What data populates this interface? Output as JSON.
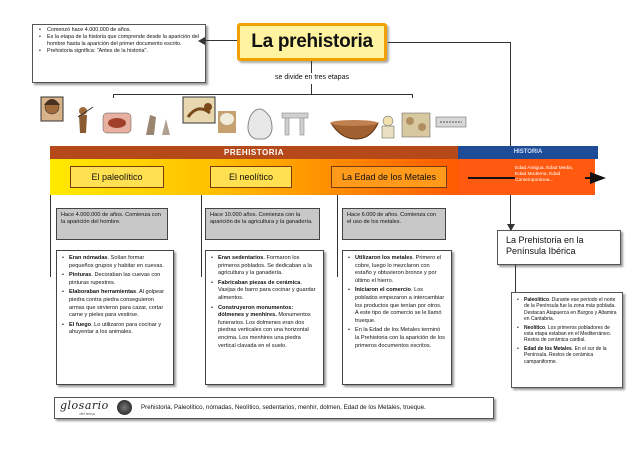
{
  "title": "La prehistoria",
  "subtitle": "se divide en tres etapas",
  "intro": [
    "Comenzó hace 4.000.000 de años.",
    "Es la etapa de la historia que comprende desde la aparición del hombre hasta la aparición del primer documento escrito.",
    "Prehistoria significa: \"Antes de la historia\"."
  ],
  "timeline": {
    "prehistoria": "PREHISTORIA",
    "historia": "HISTORIA",
    "historia_detail": "Edad Antigua, Edad Media, Edad Moderna, Edad Contemporánea..."
  },
  "stages": [
    "El paleolítico",
    "El neolítico",
    "La Edad de los Metales"
  ],
  "summaries": [
    "Hace 4.000.000 de años. Comienza con la aparición del hombre.",
    "Hace 10.000 años. Comienza con la aparición de la agricultura y la ganadería.",
    "Hace 6.000 de años. Comienza con el uso de los metales."
  ],
  "details": {
    "paleolitico": [
      {
        "b": "Eran nómadas",
        "t": ". Solían formar pequeños grupos y habitar en cuevas."
      },
      {
        "b": "Pinturas",
        "t": ". Decoraban las cuevas con pinturas rupestres."
      },
      {
        "b": "Elaboraban herramientas",
        "t": ". Al golpear piedra contra piedra conseguieron armas que sirvieron para cazar, cortar carne y pieles para vestirse."
      },
      {
        "b": "El fuego",
        "t": ". Lo utilizaron para cocinar y ahuyentar a los animales."
      }
    ],
    "neolitico": [
      {
        "b": "Eran sedentarios",
        "t": ". Formaron los primeros poblados. Se dedicaban a la agricultura y la ganadería."
      },
      {
        "b": "Fabricaban piezas de cerámica",
        "t": ". Vasijas de barro para cocinar y guardar alimentos."
      },
      {
        "b": "Construyeron monumentos: dólmenes y menhires.",
        "t": " Monumentos funerarios. Los dolmenes eran dos piedras verticales con una horizontal encima. Los menhires una piedra vertical clavada en el suelo."
      }
    ],
    "metales": [
      {
        "b": "Utilizaron los metales",
        "t": ". Primero el cobre, luego lo mezclaron con estaño y obtuvieron bronce y por último el hierro."
      },
      {
        "b": "Iniciaron el comercio",
        "t": ". Los poblados empezaron a intercambiar los productos que tenían por otros. A este tipo de comercio se le llamó trueque."
      },
      {
        "b": "",
        "t": "En la Edad de los Metales terminó la Prehistoria con la aparición de los primeros documentos escritos."
      }
    ]
  },
  "peninsula": {
    "title": "La Prehistoria en la Península Ibérica",
    "items": [
      {
        "b": "Paleolítico",
        "t": ". Durante ese período el norte de la Península fue la zona más poblada. Destacan Atapuerca en Burgos y Altamira en Cantabria."
      },
      {
        "b": "Neolítico",
        "t": ". Los primeros pobladores de esta etapa estaban en el Mediterráneo. Restos de cerámica cardial."
      },
      {
        "b": "Edad de los Metales",
        "t": ". En el sur de la Península. Restos de cerámica campaniforme."
      }
    ]
  },
  "glossary": {
    "logo": "glosario",
    "logo_sub": "del tema",
    "terms": "Prehistoria, Paleolítico, nómadas, Neolítico, sedentarios, menhir, dolmen,  Edad de los Metales, trueque."
  },
  "colors": {
    "banner": "#b5491a",
    "historia": "#1e4c96",
    "accent": "#f0a000"
  }
}
